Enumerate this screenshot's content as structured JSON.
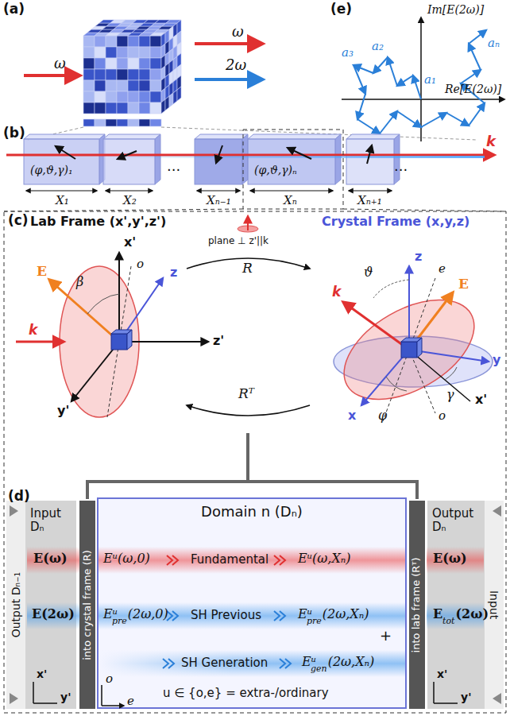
{
  "diagram": {
    "nodes": [
      {
        "text": [
          "Input Dₙ",
          "Output Dₙ₋₁"
        ]
      },
      {
        "text": [
          "into crystal frame (R)"
        ]
      },
      {
        "text": [
          "Domain n (Dₙ)"
        ]
      },
      {
        "text": [
          "into lab frame (Rᵀ)"
        ]
      },
      {
        "text": [
          "Output Dₙ",
          "Input"
        ]
      }
    ],
    "labels": [
      "(a)",
      "ω",
      "ω",
      "2ω",
      "(e)",
      "Im[E(2ω)]",
      "Re[E(2ω)]",
      "a₁",
      "a₂",
      "a₃",
      "aₙ",
      "(b)",
      "(φ,ϑ,γ)₁",
      "X₁",
      "X₂",
      "...",
      "Xₙ₋₁",
      "(φ,ϑ,γ)ₙ",
      "Xₙ",
      "Xₙ₊₁",
      "...",
      "k",
      "(c)",
      "Lab Frame (x',y',z')",
      "Crystal Frame (x,y,z)",
      "plane ⊥ z'||k",
      "R",
      "Rᵀ",
      "k",
      "E",
      "β",
      "x'",
      "o",
      "z",
      "z'",
      "y'",
      "z",
      "ϑ",
      "e",
      "E",
      "k",
      "y",
      "γ",
      "x'",
      "o",
      "φ",
      "x",
      "(d)",
      "E(ω)",
      "E(2ω)",
      "x'",
      "y'",
      "Eᵘ(ω,0)",
      "Fundamental",
      "Eᵘ(ω,Xₙ)",
      "Eᵘ",
      "pre",
      "(2ω,0)",
      "SH Previous",
      "Eᵘ",
      "pre",
      "(2ω,Xₙ)",
      "+",
      "SH Generation",
      "Eᵘ",
      "gen",
      "(2ω,Xₙ)",
      "o",
      "e",
      "u ∈ {o,e} = extra-/ordinary",
      "E(ω)",
      "E",
      "tot",
      "(2ω)",
      "x'",
      "y'"
    ]
  }
}
